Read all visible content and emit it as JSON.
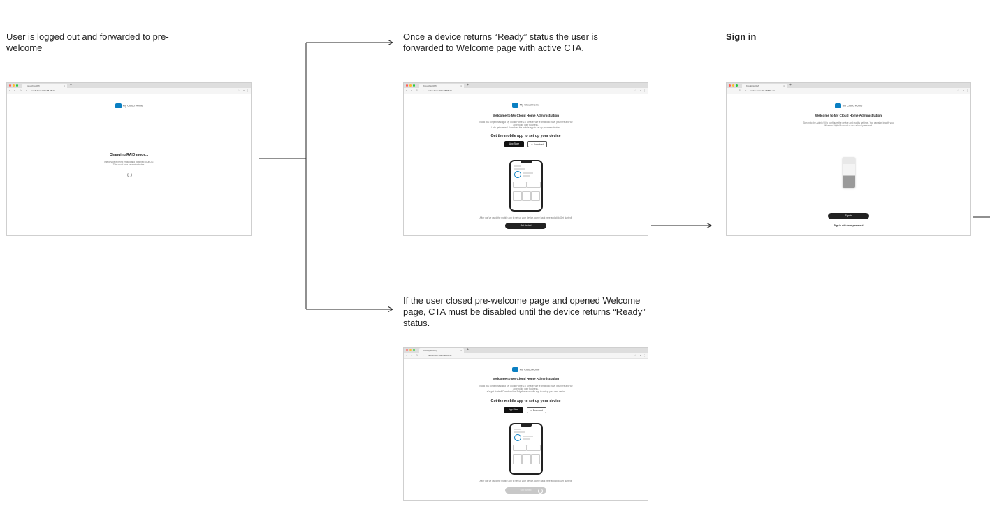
{
  "captions": {
    "prewelcome": "User is logged out and forwarded to pre-welcome",
    "ready": "Once a device returns “Ready” status the user is forwarded to Welcome page with active CTA.",
    "signin": "Sign in",
    "closed": "If the user closed pre-welcome page and opened Welcome page, CTA must be disabled until the device returns “Ready” status."
  },
  "browser": {
    "tab_title": "Kiosk(Doc0M)",
    "tab_close": "×",
    "tab_new": "+",
    "url": "mobilehost:192.168.86.42"
  },
  "brand": "My Cloud Home",
  "prewelcome_page": {
    "heading": "Changing RAID mode...",
    "line1": "The device is being erased and switched to JBOD.",
    "line2": "This could take several minutes."
  },
  "welcome_active": {
    "heading": "Welcome to My Cloud Home Administration",
    "text1": "Thank you for purchasing a My Cloud Home 2.0 Device! We're thrilled to have you here and we",
    "text2": "appreciate your business.",
    "text3": "Let's get started! Download the mobile app to set up your new device.",
    "app_heading": "Get the mobile app to set up your device",
    "apple_btn": "App Store",
    "download_btn": "Download",
    "after_text": "After you've used the mobile app to set up your device, come back here and click Get started!",
    "cta": "Get started"
  },
  "welcome_disabled": {
    "heading": "Welcome to My Cloud Home Administration",
    "text1": "Thank you for purchasing a My Cloud Home 2.0 Device! We're thrilled to have you here and we",
    "text2": "appreciate your business.",
    "text3": "Let's get started! Download the Edgeflower mobile app to set up your new device.",
    "app_heading": "Get the mobile app to set up your device",
    "apple_btn": "App Store",
    "download_btn": "Download",
    "after_text": "After you've used the mobile app to set up your device, come back here and click Get started!",
    "cta": "Get started"
  },
  "signin_page": {
    "heading": "Welcome to My Cloud Home Administration",
    "text1": "Sign in to the Admin UI to configure the device and modify settings. You can sign in with your",
    "text2": "Western Digital Account or use a local password.",
    "cta": "Sign in",
    "local_link": "Sign in with local password"
  },
  "colors": {
    "brand_blue": "#0a7fc2",
    "cta_dark": "#222222",
    "cta_disabled": "#c8c8c8"
  }
}
